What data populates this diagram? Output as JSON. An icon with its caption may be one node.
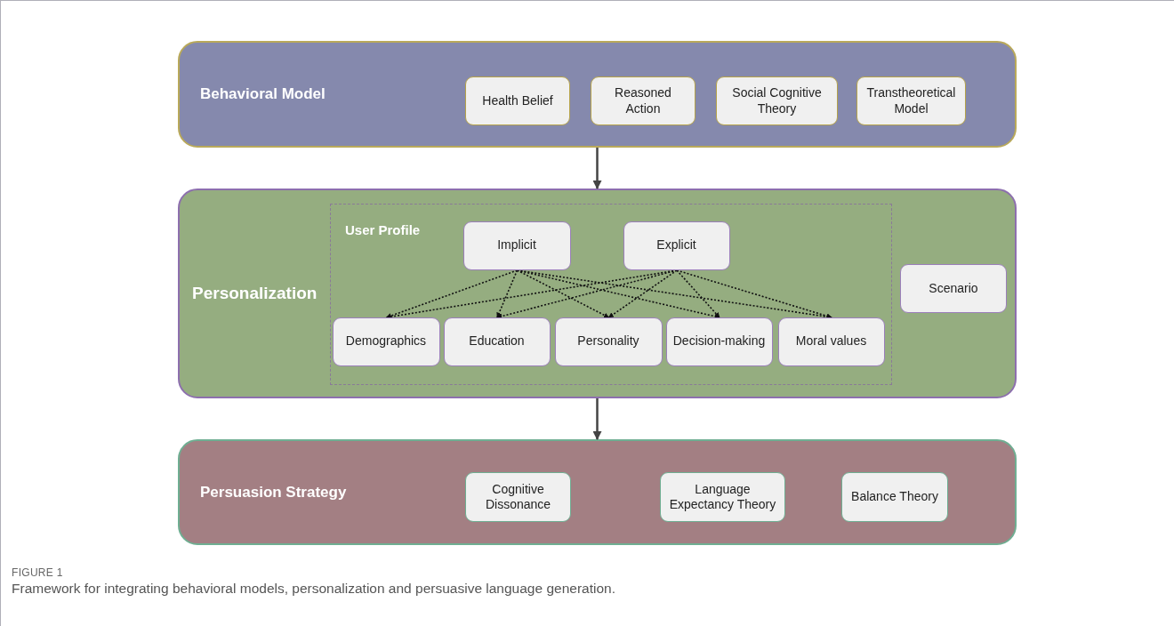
{
  "diagram": {
    "caption": "Framework for integrating behavioral models, personalization and persuasive language generation.",
    "nodes": [
      {
        "text": [
          "Behavioral Model"
        ]
      },
      {
        "text": [
          "Health Belief"
        ],
        "in": 0
      },
      {
        "text": [
          "Reasoned Action"
        ],
        "in": 0
      },
      {
        "text": [
          "Social Cognitive Theory"
        ],
        "in": 0
      },
      {
        "text": [
          "Transtheoretical Model"
        ],
        "in": 0
      },
      {
        "text": [
          "Personalization"
        ]
      },
      {
        "text": [
          "User Profile"
        ],
        "in": 5
      },
      {
        "text": [
          "Implicit"
        ],
        "in": 6
      },
      {
        "text": [
          "Explicit"
        ],
        "in": 6
      },
      {
        "text": [
          "Demographics"
        ],
        "in": 6
      },
      {
        "text": [
          "Education"
        ],
        "in": 6
      },
      {
        "text": [
          "Personality"
        ],
        "in": 6
      },
      {
        "text": [
          "Decision-making"
        ],
        "in": 6
      },
      {
        "text": [
          "Moral values"
        ],
        "in": 6
      },
      {
        "text": [
          "Scenario"
        ],
        "in": 5
      },
      {
        "text": [
          "Persuasion Strategy"
        ]
      },
      {
        "text": [
          "Cognitive Dissonance"
        ],
        "in": 15
      },
      {
        "text": [
          "Language Expectancy Theory"
        ],
        "in": 15
      },
      {
        "text": [
          "Balance Theory"
        ],
        "in": 15
      }
    ],
    "edges": [
      {
        "from": 0,
        "to": 5,
        "arrow": "to"
      },
      {
        "from": 7,
        "to": 9,
        "arrow": "to",
        "style": "dashed"
      },
      {
        "from": 7,
        "to": 10,
        "arrow": "to",
        "style": "dashed"
      },
      {
        "from": 7,
        "to": 11,
        "arrow": "to",
        "style": "dashed"
      },
      {
        "from": 7,
        "to": 12,
        "arrow": "to",
        "style": "dashed"
      },
      {
        "from": 7,
        "to": 13,
        "arrow": "to",
        "style": "dashed"
      },
      {
        "from": 8,
        "to": 9,
        "arrow": "to",
        "style": "dashed"
      },
      {
        "from": 8,
        "to": 10,
        "arrow": "to",
        "style": "dashed"
      },
      {
        "from": 8,
        "to": 11,
        "arrow": "to",
        "style": "dashed"
      },
      {
        "from": 8,
        "to": 12,
        "arrow": "to",
        "style": "dashed"
      },
      {
        "from": 8,
        "to": 13,
        "arrow": "to",
        "style": "dashed"
      },
      {
        "from": 5,
        "to": 15,
        "arrow": "to"
      }
    ],
    "labels": [
      "FIGURE 1"
    ]
  }
}
